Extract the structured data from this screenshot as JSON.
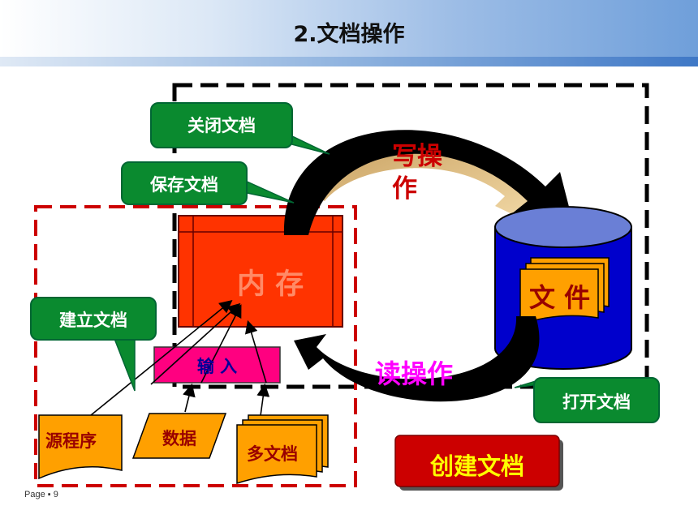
{
  "title": "2.文档操作",
  "labels": {
    "close_doc": "关闭文档",
    "save_doc": "保存文档",
    "create_doc": "建立文档",
    "open_doc": "打开文档",
    "memory": "内 存",
    "file": "文 件",
    "input": "输 入",
    "source": "源程序",
    "data": "数据",
    "multi_doc": "多文档",
    "write_op_line1": "写操",
    "write_op_line2": "作",
    "read_op": "读操作",
    "new_doc": "创建文档"
  },
  "footer": {
    "page_label": "Page ▪ 9"
  },
  "colors": {
    "callout_green": "#0a8a2f",
    "memory_red": "#ff3300",
    "disk_blue": "#0000cc",
    "disk_top": "#6a7fd6",
    "doc_orange": "#ffa000",
    "input_pink": "#ff0080",
    "dash_red": "#cc0000",
    "button_red": "#cc0000",
    "button_text": "#ffff00",
    "write_text": "#cc0000",
    "read_text": "#ff00ff"
  },
  "icons": [
    "black-curved-arrow",
    "tan-curved-arrow",
    "thin-black-arrow"
  ]
}
